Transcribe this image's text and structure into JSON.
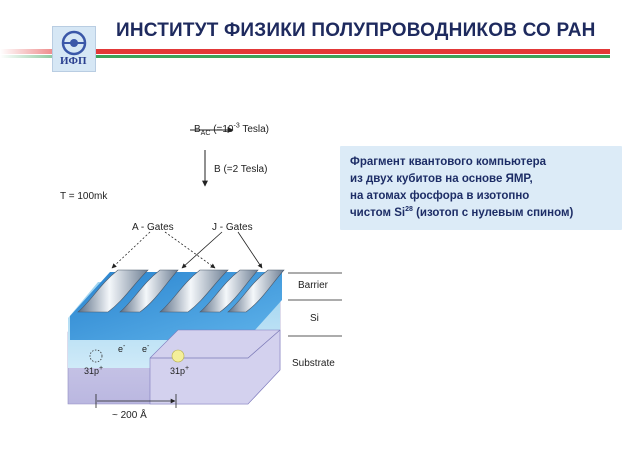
{
  "header": {
    "title": "ИНСТИТУТ ФИЗИКИ ПОЛУПРОВОДНИКОВ СО РАН",
    "logo_text": "ИФП"
  },
  "fields": {
    "bac_label": "B",
    "bac_sub": "AC",
    "bac_value_pre": "(=10",
    "bac_exp": "-3",
    "bac_value_post": " Tesla)",
    "b_label": "B (=2 Tesla)",
    "temperature": "T = 100mk",
    "a_gates": "A - Gates",
    "j_gates": "J - Gates",
    "barrier": "Barrier",
    "si": "Si",
    "substrate": "Substrate",
    "electron": "e",
    "electron_sup": "-",
    "donor_left_num": "31p",
    "donor_right_num": "31p",
    "donor_sup": "+",
    "spacing": "~ 200 Å"
  },
  "info": {
    "line1": "Фрагмент квантового компьютера",
    "line2": "из двух кубитов на основе ЯМР,",
    "line3": "на атомах фосфора в изотопно",
    "line4_pre": "чистом Si",
    "line4_exp": "28",
    "line4_post": "(изотоп с нулевым спином)"
  },
  "colors": {
    "title": "#1e2a5e",
    "info_bg": "#dcebf7",
    "barrier_blue": "#2f8fd6",
    "si_light": "#a9d9f2",
    "substrate_lavender": "#c9c7e8",
    "donor_yellow": "#f4ef9a"
  }
}
